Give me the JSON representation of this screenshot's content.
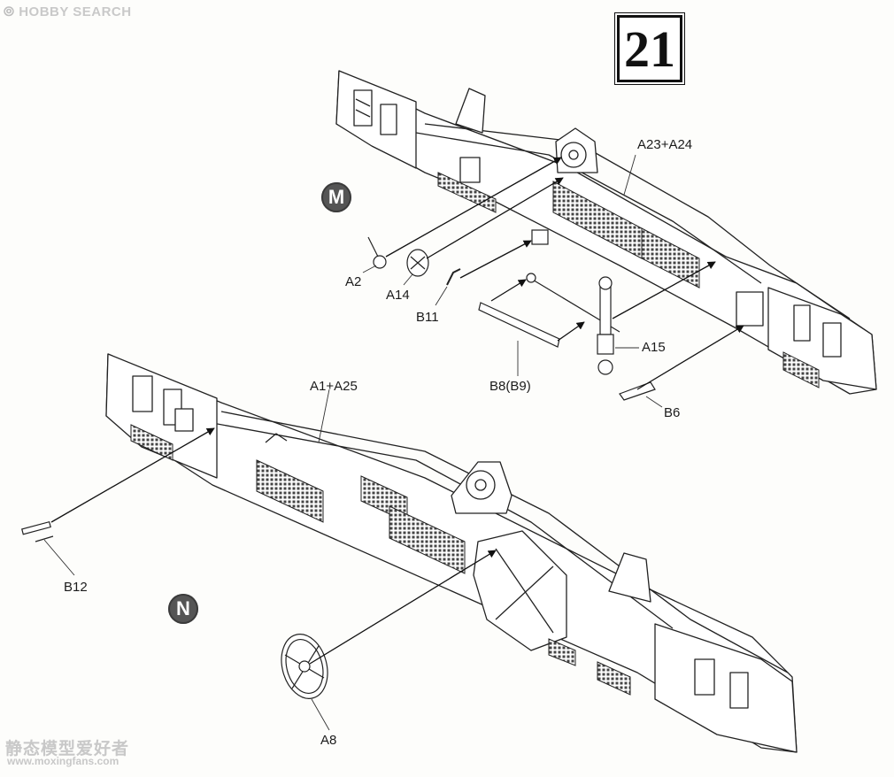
{
  "brand": {
    "name": "HOBBY SEARCH"
  },
  "step": {
    "number": "21"
  },
  "sub_steps": {
    "m": "M",
    "n": "N"
  },
  "labels": {
    "a2": "A2",
    "a14": "A14",
    "b11": "B11",
    "a23_a24": "A23+A24",
    "b8_b9": "B8(B9)",
    "a15": "A15",
    "b6": "B6",
    "a1_a25": "A1+A25",
    "b12": "B12",
    "a8": "A8"
  },
  "watermark": {
    "text": "静态模型爱好者",
    "url": "www.moxingfans.com"
  },
  "colors": {
    "line": "#222222",
    "paper": "#fdfdfb",
    "badge": "#555555"
  }
}
